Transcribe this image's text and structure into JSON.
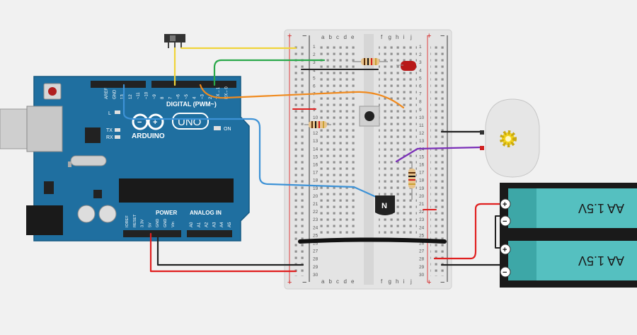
{
  "arduino": {
    "brand": "ARDUINO",
    "model": "UNO",
    "digital_label": "DIGITAL (PWM~)",
    "power_label": "POWER",
    "analog_label": "ANALOG IN",
    "on_label": "ON",
    "tx_label": "TX",
    "rx_label": "RX",
    "l_label": "L",
    "digital_pin_labels": [
      "AREF",
      "GND",
      "13",
      "12",
      "~11",
      "~10",
      "~9",
      "8",
      "7",
      "~6",
      "~5",
      "4",
      "~3",
      "2",
      "TX→1",
      "RX←0"
    ],
    "power_pin_labels": [
      "IOREF",
      "RESET",
      "3.3V",
      "5V",
      "GND",
      "GND",
      "Vin"
    ],
    "analog_pin_labels": [
      "A0",
      "A1",
      "A2",
      "A3",
      "A4",
      "A5"
    ]
  },
  "breadboard": {
    "column_letters_left": [
      "a",
      "b",
      "c",
      "d",
      "e"
    ],
    "column_letters_right": [
      "f",
      "g",
      "h",
      "i",
      "j"
    ],
    "row_numbers": [
      "1",
      "2",
      "3",
      "4",
      "5",
      "6",
      "7",
      "8",
      "9",
      "10",
      "11",
      "12",
      "13",
      "14",
      "15",
      "16",
      "17",
      "18",
      "19",
      "20",
      "21",
      "22",
      "23",
      "24",
      "25",
      "26",
      "27",
      "28",
      "29",
      "30"
    ],
    "rail_plus": "+",
    "rail_minus": "−"
  },
  "transistor_label": "N",
  "battery": {
    "label": "AA 1.5V",
    "plus": "+",
    "minus": "−"
  },
  "colors": {
    "arduino_board": "#1f6fa0",
    "wire_yellow": "#f0d43a",
    "wire_green": "#2aa84a",
    "wire_orange": "#f08a1e",
    "wire_blue": "#3d92d6",
    "wire_red": "#e02020",
    "wire_black": "#222222",
    "wire_purple": "#7a2fb8",
    "battery_teal": "#55c0c0",
    "led_red": "#b81818",
    "motor_gear": "#f2d21a"
  }
}
